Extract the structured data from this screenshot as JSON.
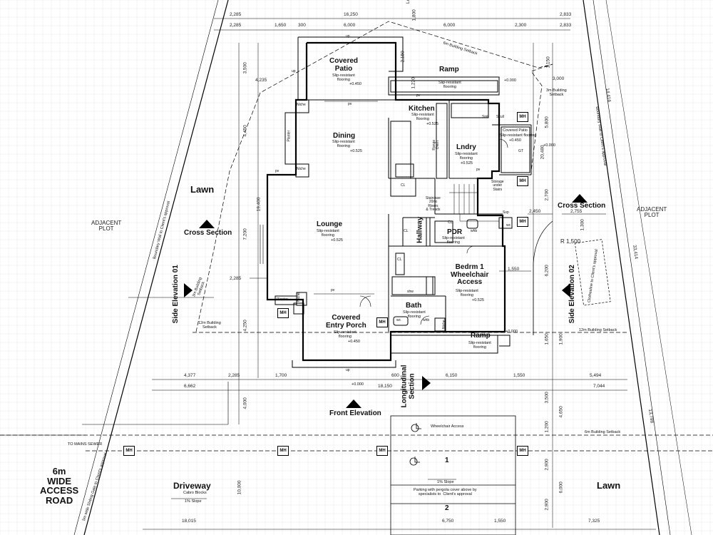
{
  "top_dims_row1": [
    "2,285",
    "16,250",
    "2,833"
  ],
  "top_dims_row2": [
    "2,285",
    "1,650",
    "300",
    "6,000",
    "6,000",
    "2,300",
    "2,833"
  ],
  "top_cut_label": "Lo",
  "bottom_dims_row1": [
    "4,377",
    "2,285",
    "1,700",
    "600",
    "6,150",
    "1,550",
    "5,494"
  ],
  "bottom_dims_row2": [
    "6,662",
    "18,150",
    "7,044"
  ],
  "bottom_dims_row3": [
    "18,015",
    "6,750",
    "1,550",
    "7,325"
  ],
  "left_dims": [
    "3,500",
    "4,235",
    "4,450",
    "19,400",
    "7,200",
    "2,285",
    "4,250",
    "4,000",
    "10,000"
  ],
  "right_dims": [
    "1,150",
    "1,350",
    "3,000",
    "5,800",
    "20,480",
    "2,700",
    "2,450",
    "2,755",
    "1,300",
    "1,550",
    "6,200",
    "1,650",
    "1,900",
    "3,500",
    "4,650",
    "1,200",
    "2,900",
    "6,000",
    "2,900"
  ],
  "boundary_dims": [
    "14,416",
    "33,414",
    "13,798"
  ],
  "small_dims": [
    "2,150",
    "1,800",
    "1,220"
  ],
  "rooms": {
    "covered_patio": {
      "name": "Covered\nPatio",
      "note": "Slip-resistant\nflooring",
      "level": "+0.450"
    },
    "ramp_top": {
      "name": "Ramp",
      "note": "Slip-resistant\nflooring",
      "level": "+0.000"
    },
    "kitchen": {
      "name": "Kitchen",
      "note": "Slip-resistant\nflooring",
      "level": "+0.525"
    },
    "dining": {
      "name": "Dining",
      "note": "Slip-resistant\nflooring",
      "level": "+0.525"
    },
    "laundry": {
      "name": "Lndry",
      "note": "Slip-resistant\nflooring",
      "level": "+0.525"
    },
    "covered_patio_small": {
      "name": "Covered Patio",
      "note": "Slip-resistant flooring",
      "level": "+0.450"
    },
    "lounge": {
      "name": "Lounge",
      "note": "Slip-resistant\nflooring",
      "level": "+0.525"
    },
    "hallway": {
      "name": "Hallway"
    },
    "pdr": {
      "name": "PDR",
      "note": "Slip-resistant\nflooring"
    },
    "bedroom": {
      "name": "Bedrm 1\nWheelchair\nAccess",
      "note": "Slip-resistant\nflooring",
      "level": "+0.525"
    },
    "bath": {
      "name": "Bath",
      "note": "Slip-resistant\nflooring"
    },
    "entry_porch": {
      "name": "Covered\nEntry Porch",
      "note": "Slip-resistant\nflooring",
      "level": "+0.450"
    },
    "ramp_bottom": {
      "name": "Ramp",
      "note": "Slip-resistant\nflooring",
      "level": "+0.000"
    }
  },
  "fixtures": {
    "niche1": "Niche",
    "niche2": "Niche",
    "planter1": "Planter",
    "planter2": "Planter",
    "niche3": "Niche",
    "niche4": "Niche",
    "range": "Range\nOven",
    "storage": "Storage\nunder\nStairs",
    "staircase": "Staircase\n20no\nRisers\n& Treads",
    "svp": "Svp",
    "cl": "CL",
    "whb": "whb",
    "pv": "pv",
    "up": "up",
    "shw": "shw",
    "wc": "wc",
    "gt": "GT",
    "sink": "Sink",
    "scullery": "Scull"
  },
  "site": {
    "lawn_left": "Lawn",
    "lawn_right": "Lawn",
    "adjacent_left": "ADJACENT\nPLOT",
    "adjacent_right": "ADJACENT\nPLOT",
    "access_road": "6m\nWIDE\nACCESS\nROAD",
    "driveway": "Driveway",
    "driveway_note": "Cabro Blocks",
    "driveway_slope": "1% Slope",
    "mains_sewer": "TO MAINS SEWER",
    "gate_note": "5m wide Sliding Gate to Client's approval",
    "boundary_wall_left": "Boundary Wall to Client's approval",
    "boundary_wall_right": "Boundary Wall to Client's approval",
    "setback_12_left": "12m Building\nSetback",
    "setback_12_right": "12m Building Setback",
    "setback_3_left": "3m Building\nSetback",
    "setback_3_right": "3m Building\nSetback",
    "setback_6_top": "6m Building Setback",
    "setback_6_bottom": "6m Building Setback",
    "clothesline": "Clothesline to Client's approval",
    "radius": "R 1,500"
  },
  "parking": {
    "wheelchair_note": "Wheelchair Access",
    "bay1": "1",
    "bay2": "2",
    "slope": "1% Slope",
    "pergola_note": "Parking with pergola cover above by\nspecialists to  Client's approval"
  },
  "sections": {
    "cross_left": "Cross Section",
    "cross_right": "Cross Section",
    "side_elev_01": "Side Elevation 01",
    "side_elev_02": "Side Elevation 02",
    "front_elev": "Front Elevation",
    "longitudinal": "Longitudinal\nSection"
  },
  "manhole": "MH",
  "levels": {
    "front": "+0.000",
    "right_patio": "+0.000",
    "top_ramp": "+0.000"
  }
}
